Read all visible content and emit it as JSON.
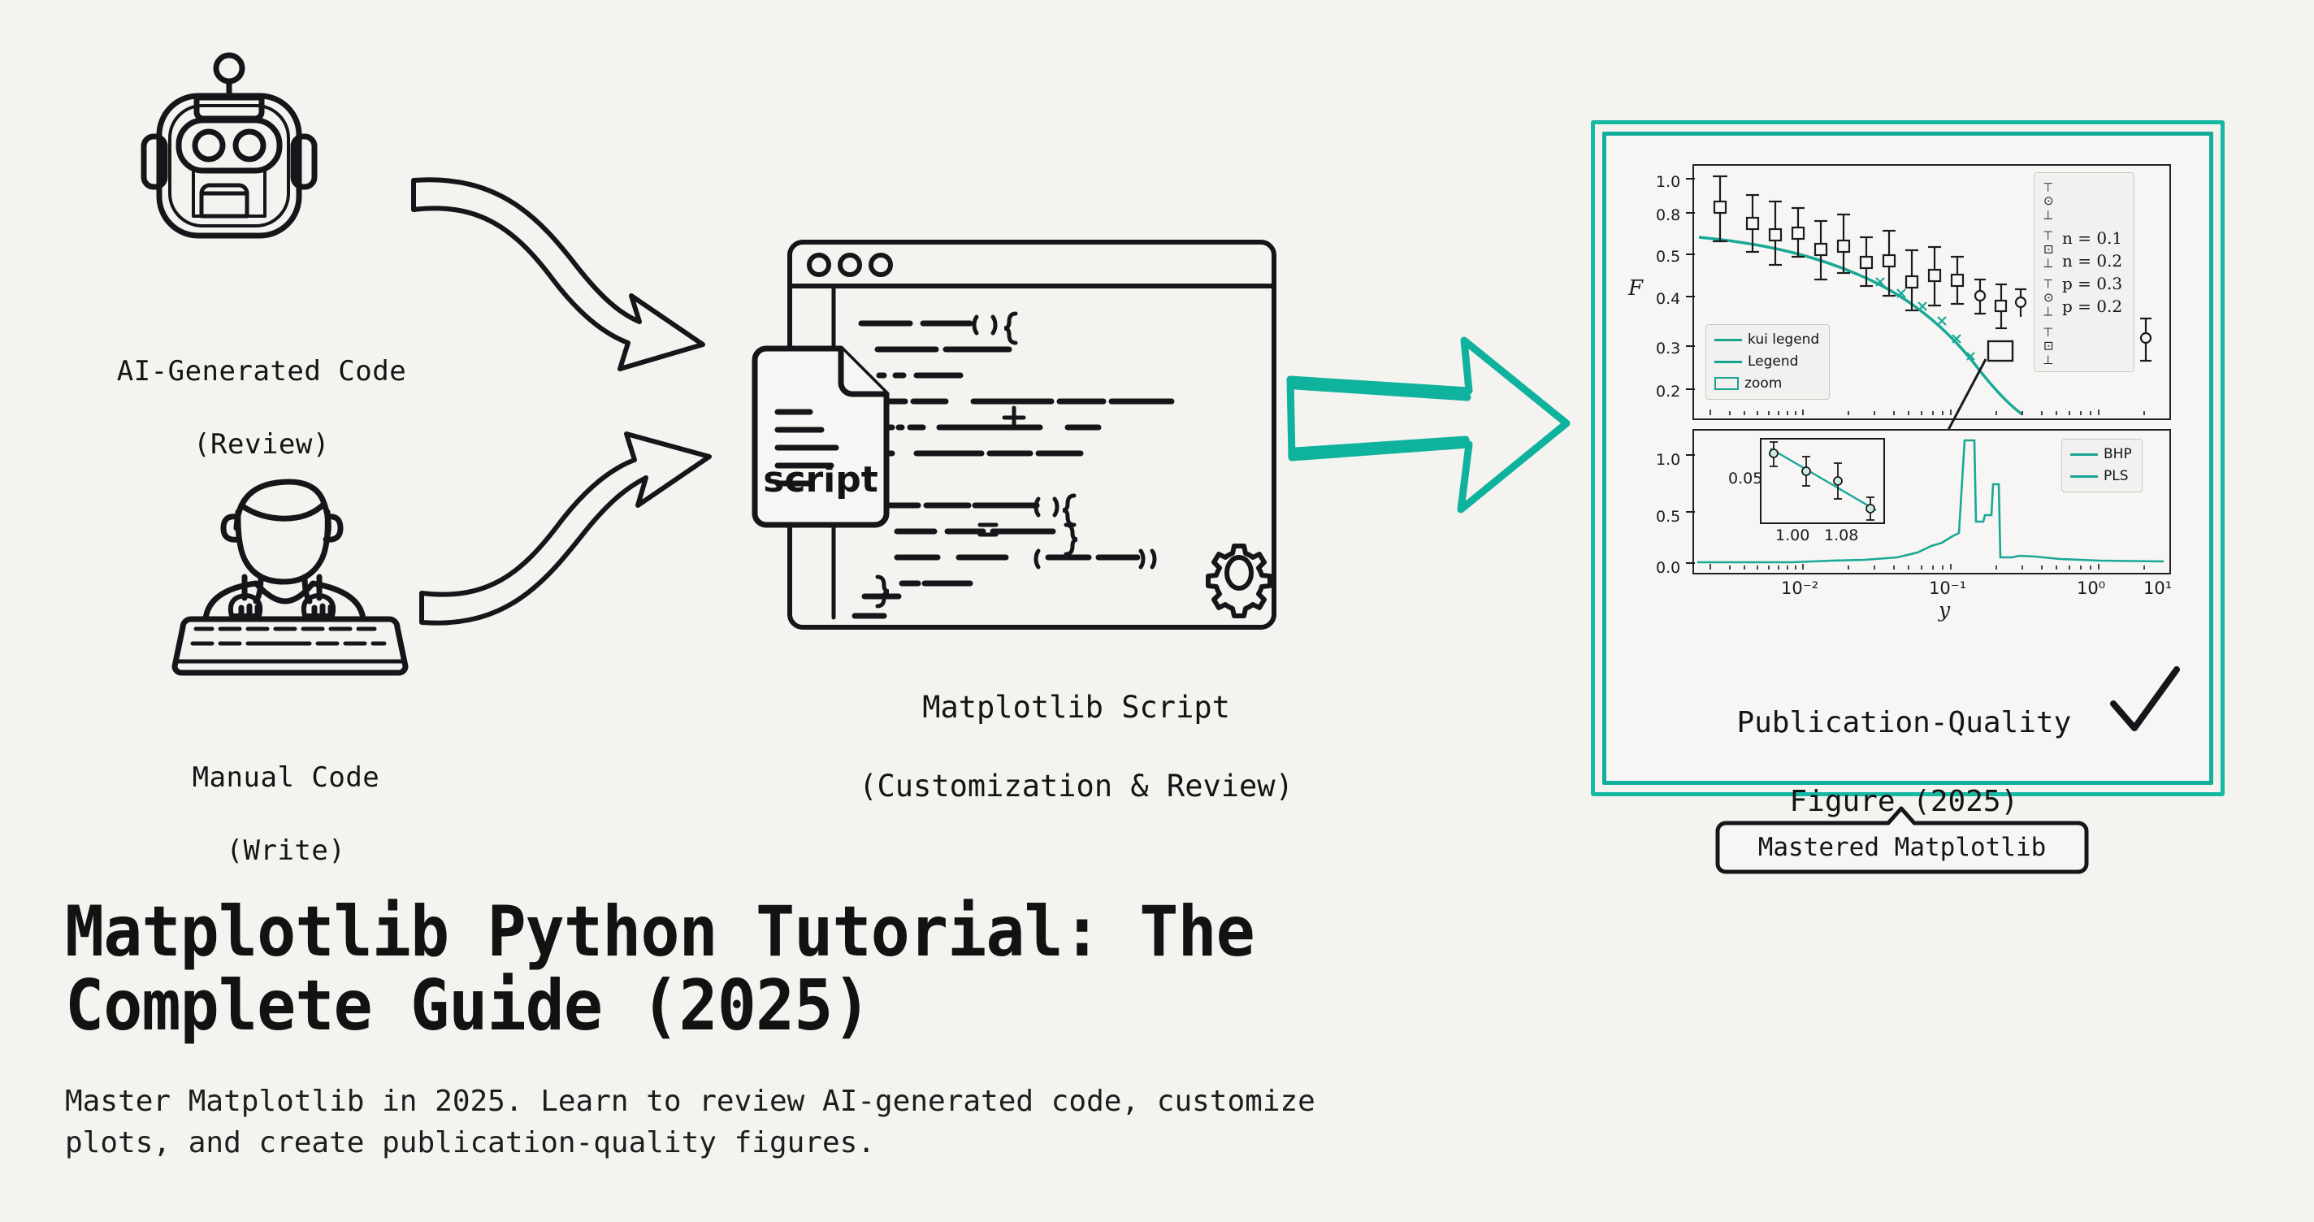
{
  "background_color": "#f4f3f0",
  "accent_color": "#12ae9b",
  "ink_color": "#141414",
  "actors": {
    "ai": {
      "icon": "robot-icon",
      "label_line1": "AI-Generated Code",
      "label_line2": "(Review)"
    },
    "human": {
      "icon": "person-typing-icon",
      "label_line1": "Manual Code",
      "label_line2": "(Write)"
    }
  },
  "center": {
    "window_icon": "browser-window-icon",
    "file_icon": "script-file-icon",
    "file_label": "script",
    "gear_icon": "gear-icon",
    "caption_line1": "Matplotlib Script",
    "caption_line2": "(Customization & Review)"
  },
  "flow": {
    "arrow_ai_to_script": "curved-arrow-icon",
    "arrow_human_to_script": "curved-arrow-icon",
    "arrow_script_to_figure": "block-arrow-icon"
  },
  "figure": {
    "caption_line1": "Publication-Quality",
    "caption_line2": "Figure (2025)",
    "check_icon": "check-mark-icon",
    "badge_label": "Mastered Matplotlib"
  },
  "headline": "Matplotlib Python Tutorial: The\nComplete Guide    (2025)",
  "subheadline": "Master Matplotlib in 2025. Learn to review AI-generated code, customize\nplots, and create publication-quality figures.",
  "chart_data": [
    {
      "type": "scatter",
      "title": "",
      "xlabel": "",
      "ylabel": "F",
      "xscale": "log",
      "yscale": "log",
      "xlim": [
        0.002,
        20
      ],
      "ylim": [
        0.15,
        1.15
      ],
      "ytick_labels": [
        "1.0",
        "0.8",
        "0.5",
        "0.4",
        "0.3",
        "0.2"
      ],
      "ytick_values": [
        1.0,
        0.8,
        0.5,
        0.4,
        0.3,
        0.2
      ],
      "grid": false,
      "legend_position": "lower left",
      "legend_entries": [
        {
          "label": "kui legend",
          "handle": "line"
        },
        {
          "label": "Legend",
          "handle": "line"
        },
        {
          "label": "zoom",
          "handle": "rect"
        }
      ],
      "param_legend_position": "upper right",
      "param_legend_entries": [
        "n = 0.1",
        "n = 0.2",
        "p = 0.3",
        "p = 0.2"
      ],
      "series": [
        {
          "name": "errorbar-points",
          "marker": "square-open",
          "x": [
            0.003,
            0.0052,
            0.0075,
            0.0105,
            0.015,
            0.0215,
            0.0305,
            0.043,
            0.061,
            0.087,
            0.123,
            0.174,
            0.247,
            0.35,
            0.495,
            0.7,
            1.2,
            2.4,
            4.2,
            8.5
          ],
          "y": [
            0.88,
            0.79,
            0.735,
            0.735,
            0.665,
            0.68,
            0.625,
            0.62,
            0.56,
            0.588,
            0.57,
            0.55,
            0.523,
            0.52,
            0.495,
            0.47,
            0.38,
            0.34,
            0.315,
            0.38
          ],
          "yerr": [
            0.175,
            0.11,
            0.12,
            0.095,
            0.1,
            0.095,
            0.105,
            0.11,
            0.09,
            0.08,
            0.085,
            0.07,
            0.065,
            0.055,
            0.05,
            0.07,
            0.045,
            0.045,
            0.04,
            0.06
          ]
        },
        {
          "name": "kui legend",
          "marker": "none",
          "x": [
            0.003,
            0.01,
            0.03,
            0.08,
            0.17,
            0.3,
            0.5,
            0.8,
            1.4,
            2.5
          ],
          "y": [
            0.68,
            0.66,
            0.62,
            0.56,
            0.5,
            0.44,
            0.38,
            0.31,
            0.25,
            0.18
          ]
        }
      ],
      "zoom_box": {
        "x": 0.92,
        "y": 0.255,
        "label": "zoom"
      },
      "annotation_arrow": "points from zoom box down to inset"
    },
    {
      "type": "line",
      "title": "",
      "xlabel": "y",
      "ylabel": "",
      "xscale": "log",
      "xtick_labels": [
        "10⁻²",
        "10⁻¹",
        "10⁰",
        "10¹"
      ],
      "xtick_values": [
        0.01,
        0.1,
        1,
        10
      ],
      "ytick_labels": [
        "1.0",
        "0.5",
        "0.0"
      ],
      "ytick_values": [
        1.0,
        0.5,
        0.0
      ],
      "grid": false,
      "legend_position": "upper right",
      "legend_entries": [
        {
          "label": "BHP",
          "handle": "line"
        },
        {
          "label": "PLS",
          "handle": "line"
        }
      ],
      "series": [
        {
          "name": "BHP",
          "x": [
            0.003,
            0.01,
            0.03,
            0.06,
            0.1,
            0.14,
            0.18,
            0.22,
            0.26,
            0.3,
            0.33,
            0.36,
            0.38,
            0.4,
            0.44,
            0.48,
            0.52,
            0.56,
            0.6,
            0.7,
            0.9,
            1.5,
            4.0,
            12.0
          ],
          "y": [
            0.02,
            0.02,
            0.02,
            0.03,
            0.04,
            0.06,
            0.09,
            0.13,
            0.17,
            0.22,
            0.28,
            1.25,
            1.25,
            0.4,
            0.38,
            0.55,
            0.62,
            0.1,
            0.05,
            0.04,
            0.04,
            0.03,
            0.02,
            0.02
          ]
        }
      ],
      "inset": {
        "type": "scatter",
        "xtick_labels": [
          "1.00",
          "1.08"
        ],
        "ytick_labels": [
          "0.05"
        ],
        "x": [
          1.0,
          1.04,
          1.08,
          1.13
        ],
        "y": [
          0.082,
          0.062,
          0.05,
          0.036
        ],
        "yerr": [
          0.014,
          0.016,
          0.018,
          0.01
        ],
        "trend": "decreasing-line"
      }
    }
  ]
}
